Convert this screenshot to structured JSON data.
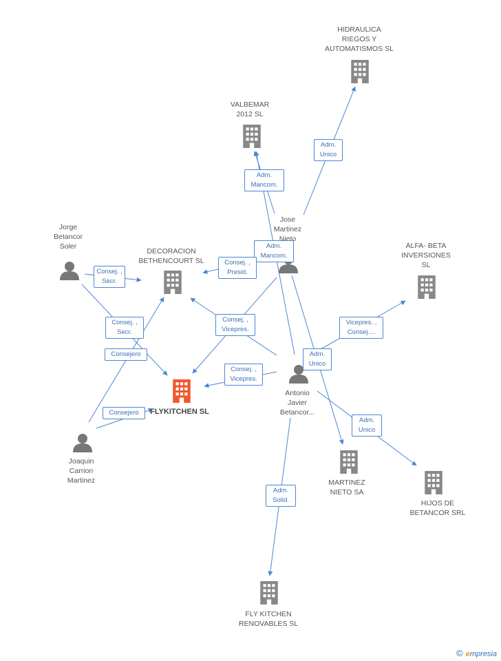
{
  "colors": {
    "edge": "#4a86d4",
    "company": "#888888",
    "main_company": "#f0582a",
    "person": "#777777"
  },
  "nodes": {
    "hidraulica": {
      "lines": [
        "HIDRAULICA",
        "RIEGOS Y",
        "AUTOMATISMOS SL"
      ],
      "icon": "building-icon"
    },
    "valbemar": {
      "lines": [
        "VALBEMAR",
        "2012 SL"
      ],
      "icon": "building-icon"
    },
    "jose": {
      "lines": [
        "Jose",
        "Martinez",
        "Nieto"
      ],
      "icon": "person-icon"
    },
    "jorge": {
      "lines": [
        "Jorge",
        "Betancor",
        "Soler"
      ],
      "icon": "person-icon"
    },
    "decoracion": {
      "lines": [
        "DECORACION",
        "BETHENCOURT SL"
      ],
      "icon": "building-icon"
    },
    "alfa": {
      "lines": [
        "ALFA- BETA",
        "INVERSIONES",
        "SL"
      ],
      "icon": "building-icon"
    },
    "flykitchen": {
      "lines": [
        "FLYKITCHEN SL"
      ],
      "icon": "building-icon"
    },
    "antonio": {
      "lines": [
        "Antonio",
        "Javier",
        "Betancor..."
      ],
      "icon": "person-icon"
    },
    "joaquin": {
      "lines": [
        "Joaquin",
        "Carrion",
        "Martinez"
      ],
      "icon": "person-icon"
    },
    "martinez_nieto": {
      "lines": [
        "MARTINEZ",
        "NIETO SA"
      ],
      "icon": "building-icon"
    },
    "hijos": {
      "lines": [
        "HIJOS DE",
        "BETANCOR SRL"
      ],
      "icon": "building-icon"
    },
    "fly_renovables": {
      "lines": [
        "FLY KITCHEN",
        "RENOVABLES SL"
      ],
      "icon": "building-icon"
    }
  },
  "edges": {
    "jose_hidraulica": {
      "lines": [
        "Adm.",
        "Unico"
      ]
    },
    "jose_valbemar": {
      "lines": [
        "Adm.",
        "Mancom."
      ]
    },
    "antonio_valbemar": {
      "lines": [
        "Adm.",
        "Mancom."
      ]
    },
    "jose_decoracion": {
      "lines": [
        "Consej. ,",
        "Presid."
      ]
    },
    "jorge_decoracion": {
      "lines": [
        "Consej. ,",
        "Secr."
      ]
    },
    "jorge_flykitchen": {
      "lines": [
        "Consej. ,",
        "Secr."
      ]
    },
    "joaquin_decoracion": {
      "lines": [
        "Consejero"
      ]
    },
    "joaquin_flykitchen": {
      "lines": [
        "Consejero"
      ]
    },
    "jose_flykitchen": {
      "lines": [
        "Consej. ,",
        "Vicepres."
      ]
    },
    "antonio_flykitchen": {
      "lines": [
        "Consej. ,",
        "Vicepres."
      ]
    },
    "antonio_alfa": {
      "lines": [
        "Vicepres. ,",
        "Consej...."
      ]
    },
    "jose_martinez_nieto": {
      "lines": [
        "Adm.",
        "Unico"
      ]
    },
    "antonio_hijos": {
      "lines": [
        "Adm.",
        "Unico"
      ]
    },
    "antonio_fly_renovables": {
      "lines": [
        "Adm.",
        "Solid."
      ]
    }
  },
  "footer": {
    "copyright": "©",
    "brand_first": "e",
    "brand_rest": "mpresia"
  }
}
